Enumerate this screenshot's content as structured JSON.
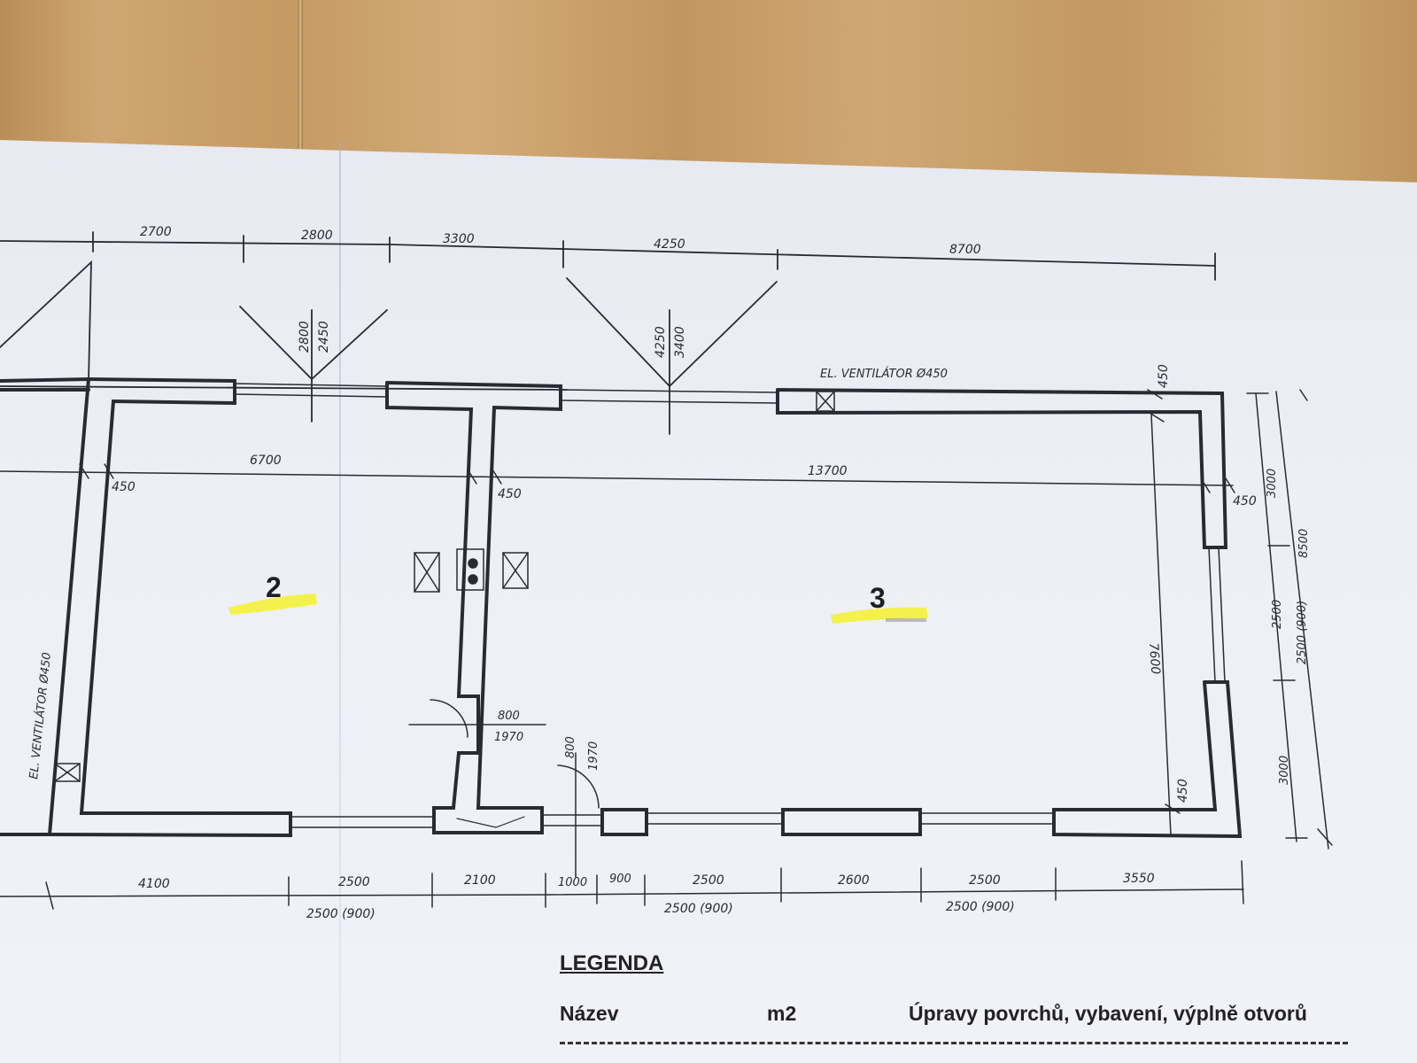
{
  "dimensions_top": [
    "2700",
    "2800",
    "3300",
    "4250",
    "8700"
  ],
  "door_heights": [
    "2800",
    "2450",
    "4250",
    "3400"
  ],
  "ventilator_top": "EL. VENTILÁTOR Ø450",
  "ventilator_left": "EL. VENTILÁTOR Ø450",
  "interior_dims": {
    "room2_width": "6700",
    "room3_width": "13700",
    "wall_left": "450",
    "wall_mid": "450",
    "wall_right": "450",
    "wall_top_right": "450",
    "wall_bottom_right": "450",
    "room3_depth": "7600"
  },
  "right_dims": [
    "3000",
    "2500",
    "2500 (900)",
    "3000",
    "8500"
  ],
  "door1": {
    "width": "800",
    "height": "1970"
  },
  "door2": {
    "width": "800",
    "height": "1970"
  },
  "bottom_dims": [
    "4100",
    "2500",
    "2100",
    "1000",
    "900",
    "2500",
    "2600",
    "2500",
    "3550"
  ],
  "bottom_sub_dims": [
    "2500 (900)",
    "2500 (900)",
    "2500 (900)"
  ],
  "rooms": [
    {
      "number": "2",
      "highlight": "#f4f13a"
    },
    {
      "number": "3",
      "highlight": "#f4f13a"
    }
  ],
  "legend": {
    "title": "LEGENDA",
    "col_name": "Název",
    "col_area": "m2",
    "col_desc": "Úpravy povrchů, vybavení, výplně otvorů"
  }
}
